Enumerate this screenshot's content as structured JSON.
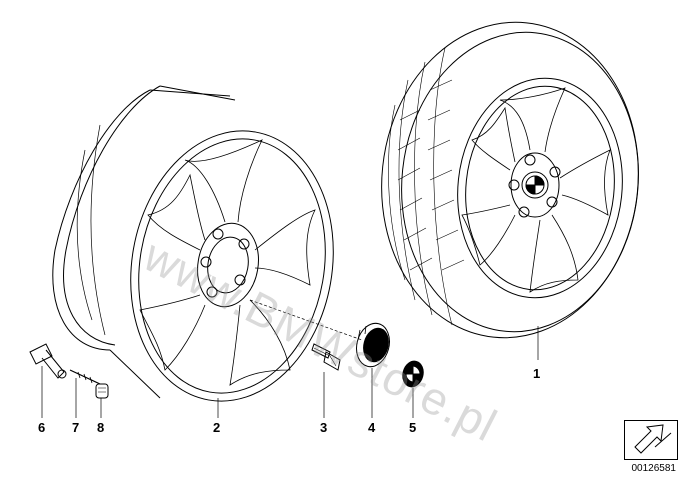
{
  "diagram": {
    "watermark_text": "www.BMWstore.pl",
    "document_number": "00126581",
    "callouts": [
      "1",
      "2",
      "3",
      "4",
      "5",
      "6",
      "7",
      "8"
    ],
    "icons": {
      "navigation": "arrow-icon",
      "logo": "bmw-roundel-icon"
    },
    "colors": {
      "line": "#000000",
      "watermark": "#999999",
      "background": "#ffffff"
    }
  }
}
